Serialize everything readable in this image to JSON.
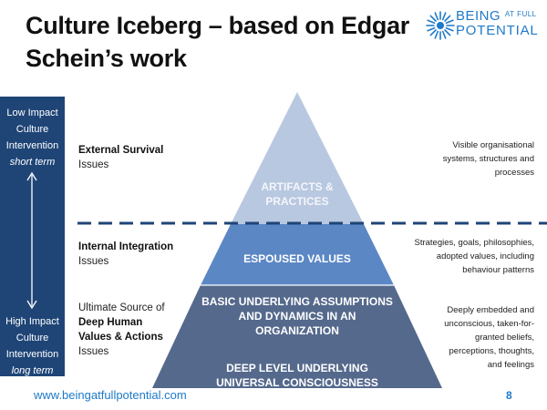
{
  "title_line1": "Culture Iceberg – based on Edgar",
  "title_line2": "Schein’s work",
  "logo": {
    "line1": "BEING",
    "line1_small": "AT FULL",
    "line2": "POTENTIAL",
    "icon": "sunburst-icon"
  },
  "left_panel": {
    "top": [
      "Low Impact",
      "Culture",
      "Intervention",
      "short term"
    ],
    "bottom": [
      "High Impact",
      "Culture",
      "Intervention",
      "long term"
    ]
  },
  "left_labels": {
    "external_bold": "External Survival",
    "external_rest": "Issues",
    "internal_bold": "Internal Integration",
    "internal_rest": "Issues",
    "ultimate_line1": "Ultimate Source of",
    "ultimate_bold1": "Deep Human",
    "ultimate_bold2": "Values & Actions",
    "ultimate_rest": "Issues"
  },
  "pyramid": {
    "artifacts": [
      "ARTIFACTS &",
      "PRACTICES"
    ],
    "espoused": [
      "ESPOUSED VALUES"
    ],
    "assumptions": [
      "BASIC UNDERLYING ASSUMPTIONS",
      "AND DYNAMICS IN AN",
      "ORGANIZATION"
    ],
    "deep": [
      "DEEP LEVEL UNDERLYING",
      "UNIVERSAL CONSCIOUSNESS"
    ]
  },
  "right_descriptions": {
    "visible": [
      "Visible organisational",
      "systems, structures and",
      "processes"
    ],
    "strategies": [
      "Strategies, goals, philosophies,",
      "adopted values, including",
      "behaviour patterns"
    ],
    "deeply": [
      "Deeply embedded and",
      "unconscious, taken-for-",
      "granted beliefs,",
      "perceptions, thoughts,",
      "and feelings"
    ]
  },
  "footer": {
    "url": "www.beingatfullpotential.com",
    "page": "8"
  },
  "colors": {
    "top_tier": "#b8c8e0",
    "middle_tier": "#5b87c5",
    "bottom_tier": "#55698c",
    "panel": "#1f4577",
    "waterline": "#1f4577",
    "brand": "#1e79c8"
  }
}
